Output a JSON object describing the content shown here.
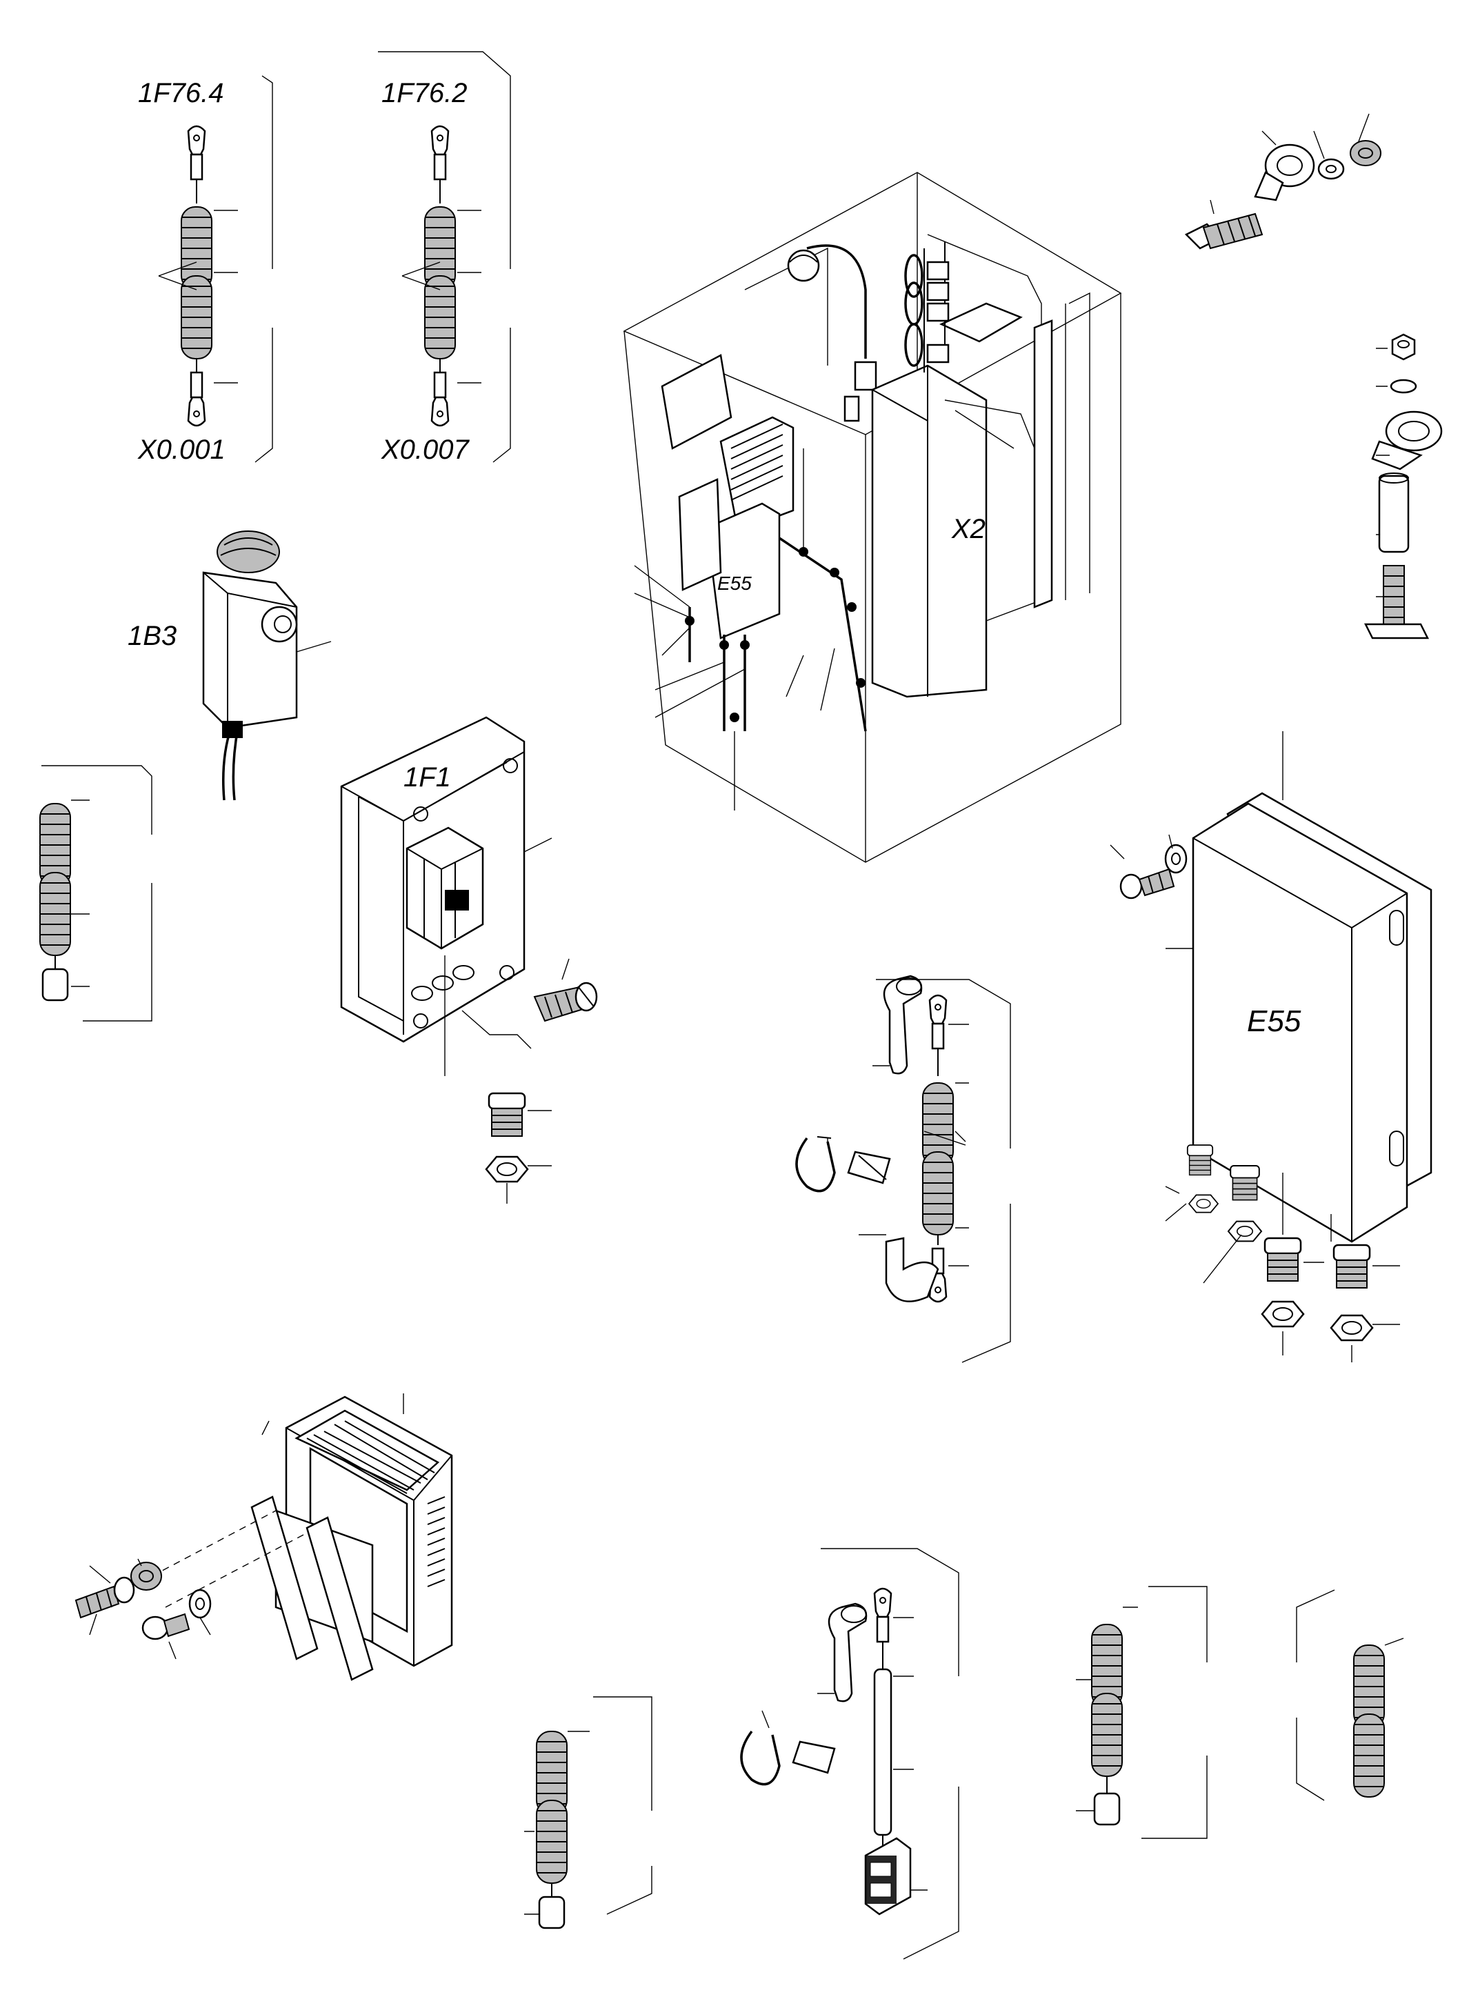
{
  "labels": {
    "f76_4": "1F76.4",
    "f76_2": "1F76.2",
    "x0_001": "X0.001",
    "x0_007": "X0.007",
    "b3": "1B3",
    "f1": "1F1",
    "e55_small": "E55",
    "x2": "X2",
    "e55_large": "E55"
  },
  "icons": [
    "spring-terminal-icon",
    "cable-lug-icon",
    "wire-ferrule-icon",
    "end-cap-icon",
    "screw-icon",
    "washer-icon",
    "nut-icon",
    "cable-clamp-icon",
    "spacer-icon",
    "cable-gland-icon",
    "cable-tie-icon",
    "heat-shrink-icon",
    "elbow-sleeve-icon",
    "thermostat-icon",
    "circuit-breaker-icon",
    "fan-filter-icon",
    "relay-socket-icon"
  ],
  "colors": {
    "ink": "#000000",
    "paper": "#ffffff",
    "shade": "#bdbdbd"
  }
}
